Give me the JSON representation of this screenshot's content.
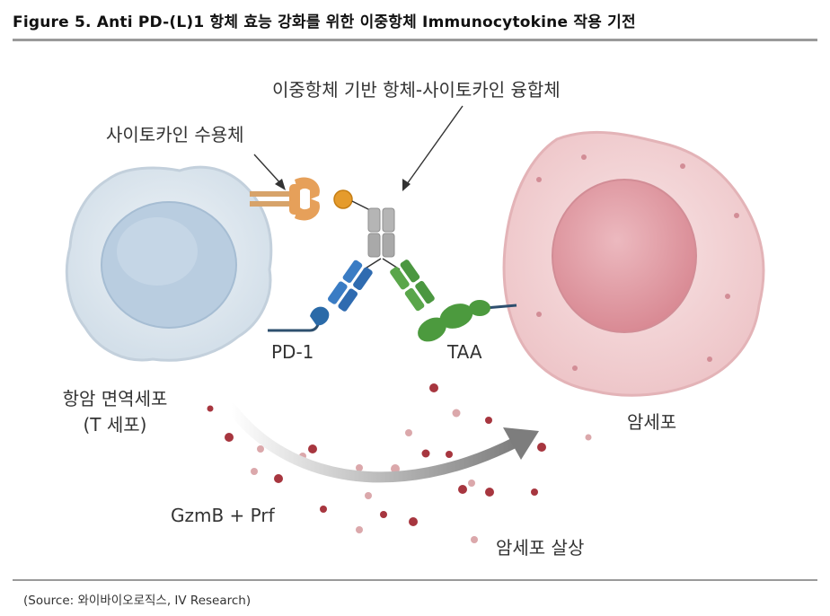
{
  "figure": {
    "title": "Figure 5. Anti PD-(L)1 항체 효능 강화를 위한 이중항체 Immunocytokine 작용 기전",
    "source": "(Source:  와이바이오로직스, IV Research)"
  },
  "labels": {
    "fusion": "이중항체 기반 항체-사이토카인 융합체",
    "receptor": "사이토카인 수용체",
    "pd1": "PD-1",
    "taa": "TAA",
    "tcell_line1": "항암 면역세포",
    "tcell_line2": "(T 세포)",
    "cancer_cell": "암세포",
    "gzmb": "GzmB + Prf",
    "kill": "암세포 살상"
  },
  "colors": {
    "tcell": "#dce6ee",
    "tcell_nucleus": "#b4c8dc",
    "cancer": "#f2d4d6",
    "cancer_nucleus": "#e4a3ab",
    "receptor": "#e6a05a",
    "cytokine": "#e59b2c",
    "fab_blue": "#3a7cc4",
    "fab_green": "#5aa64a",
    "fc_gray": "#a9a9a9",
    "granule_dark": "#9b2a35",
    "granule_light": "#dba8ab",
    "arrow": "#8a8a8a"
  }
}
